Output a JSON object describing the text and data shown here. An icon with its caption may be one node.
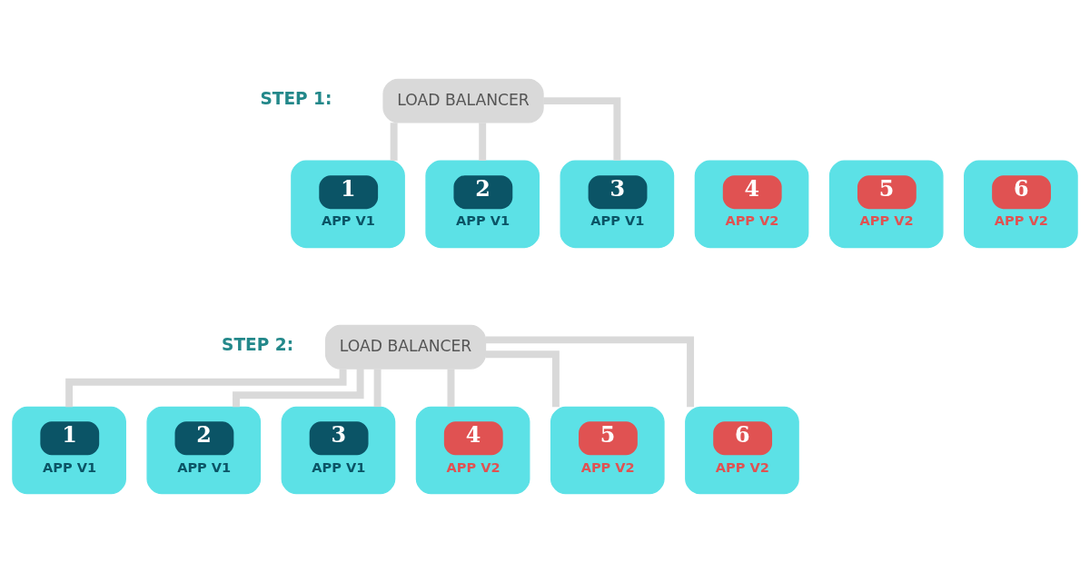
{
  "diagram": {
    "nodes": [
      {
        "text": [
          "LOAD BALANCER"
        ]
      },
      {
        "text": [
          "1",
          "APP V1"
        ]
      },
      {
        "text": [
          "2",
          "APP V1"
        ]
      },
      {
        "text": [
          "3",
          "APP V1"
        ]
      },
      {
        "text": [
          "4",
          "APP V2"
        ]
      },
      {
        "text": [
          "5",
          "APP V2"
        ]
      },
      {
        "text": [
          "6",
          "APP V2"
        ]
      },
      {
        "text": [
          "LOAD BALANCER"
        ]
      },
      {
        "text": [
          "1",
          "APP V1"
        ]
      },
      {
        "text": [
          "2",
          "APP V1"
        ]
      },
      {
        "text": [
          "3",
          "APP V1"
        ]
      },
      {
        "text": [
          "4",
          "APP V2"
        ]
      },
      {
        "text": [
          "5",
          "APP V2"
        ]
      },
      {
        "text": [
          "6",
          "APP V2"
        ]
      }
    ],
    "edges": [
      {
        "from": 0,
        "to": 1,
        "arrow": "none"
      },
      {
        "from": 0,
        "to": 2,
        "arrow": "none"
      },
      {
        "from": 0,
        "to": 3,
        "arrow": "none"
      },
      {
        "from": 7,
        "to": 8,
        "arrow": "none"
      },
      {
        "from": 7,
        "to": 9,
        "arrow": "none"
      },
      {
        "from": 7,
        "to": 10,
        "arrow": "none"
      },
      {
        "from": 7,
        "to": 11,
        "arrow": "none"
      },
      {
        "from": 7,
        "to": 12,
        "arrow": "none"
      },
      {
        "from": 7,
        "to": 13,
        "arrow": "none"
      }
    ],
    "labels": [
      "STEP 1:",
      "STEP 2:"
    ]
  }
}
